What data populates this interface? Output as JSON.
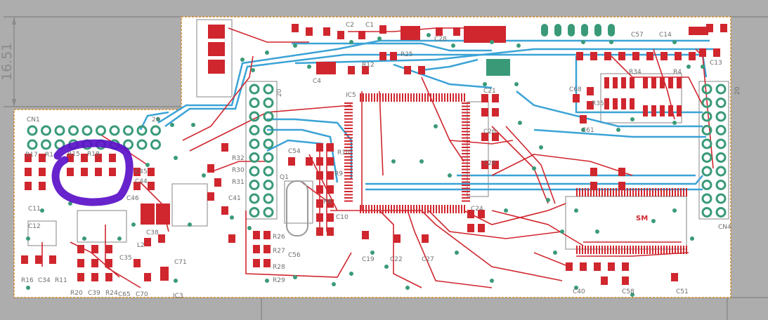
{
  "dimension": {
    "value": "16.51"
  },
  "colors": {
    "background": "#adadad",
    "board": "#ffffff",
    "outline": "#d08a2a",
    "top_copper": "#d0262e",
    "bottom_copper": "#3ba3d6",
    "pad": "#3a9a78",
    "marker": "#5a10c8"
  },
  "header_labels": {
    "cn1": "CN1",
    "cn1_pin": "20",
    "jp_left": "20",
    "cn4_pin": "20",
    "cn4": "CN4",
    "sm": "SM"
  },
  "component_labels": [
    "R17",
    "R1",
    "R15",
    "R18",
    "C45",
    "C44",
    "C46",
    "C12",
    "C11",
    "C38",
    "C39",
    "R24",
    "R20",
    "R16",
    "C34",
    "R11",
    "C35",
    "C71",
    "IC3",
    "C65",
    "C70",
    "L2",
    "R30",
    "R31",
    "R32",
    "C41",
    "C54",
    "Q1",
    "R26",
    "R27",
    "R28",
    "R29",
    "C56",
    "R10",
    "R9",
    "C10",
    "IC5",
    "C4",
    "C2",
    "C1",
    "R12",
    "R25",
    "C21",
    "C26",
    "C24",
    "C19",
    "C22",
    "C27",
    "C20",
    "C68",
    "C61",
    "R35",
    "R34",
    "R4",
    "C57",
    "C14",
    "C13",
    "C51",
    "C58",
    "C40",
    "R8",
    "C28"
  ]
}
